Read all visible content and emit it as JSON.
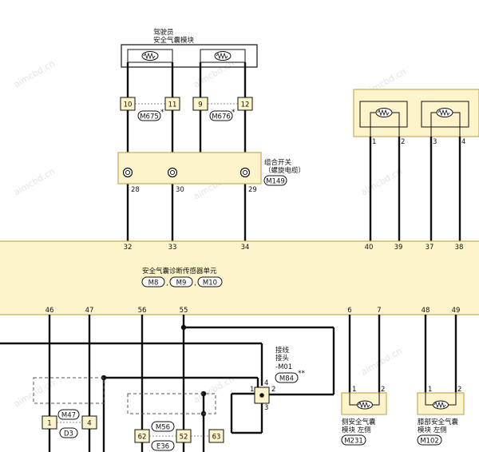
{
  "colors": {
    "unit_fill": "#fdf4cc",
    "unit_stroke": "#c8aa55",
    "wire": "#111111",
    "watermark": "#e4e4e4"
  },
  "watermark": "aimcbd.cn",
  "driver_module": {
    "title_line1": "驾驶员",
    "title_line2": "安全气囊模块"
  },
  "top_pins": [
    "10",
    "11",
    "9",
    "12"
  ],
  "conn_m675": "M675",
  "conn_m676": "M676",
  "star": "*",
  "combo_switch": {
    "title_line1": "组合开关",
    "title_line2": "（螺旋电缆）",
    "connector": "M149",
    "pins": [
      "28",
      "30",
      "29"
    ]
  },
  "right_module_pins": [
    "1",
    "2",
    "3",
    "4"
  ],
  "sensor_unit": {
    "title": "安全气囊诊断传感器单元",
    "connectors": [
      "M8",
      "M9",
      "M10"
    ],
    "separator": ",",
    "top_pins": [
      "32",
      "33",
      "34",
      "40",
      "39",
      "37",
      "38"
    ],
    "bottom_pins": [
      "46",
      "47",
      "56",
      "55",
      "6",
      "7",
      "48",
      "49"
    ]
  },
  "splice": {
    "line1": "接线",
    "line2": "接头",
    "line3": "-M01",
    "connector": "M84",
    "stars": "**",
    "pins": [
      "1",
      "2",
      "3",
      "4"
    ]
  },
  "conn_m47": "M47",
  "conn_d3": "D3",
  "conn_m56": "M56",
  "conn_e36": "E36",
  "lower_pins": [
    "1",
    "4",
    "62",
    "52",
    "63"
  ],
  "side_airbag": {
    "line1": "侧安全气囊",
    "line2": "模块 左侧",
    "connector": "M231",
    "pins": [
      "1",
      "2"
    ]
  },
  "knee_airbag": {
    "line1": "膝部安全气囊",
    "line2": "模块 左侧",
    "connector": "M102",
    "pins": [
      "1",
      "2"
    ]
  }
}
